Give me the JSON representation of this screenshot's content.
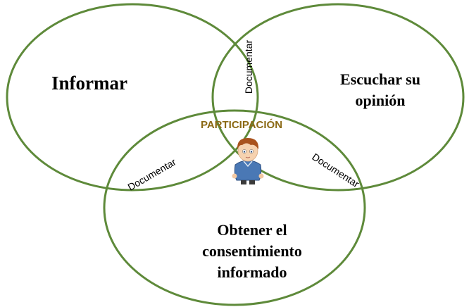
{
  "regions": {
    "informar": "Informar",
    "escuchar": [
      "Escuchar su",
      "opinión"
    ],
    "obtener": [
      "Obtener el",
      "consentimiento",
      "informado"
    ]
  },
  "overlaps": {
    "top": "Documentar",
    "left": "Documentar",
    "right": "Documentar"
  },
  "center": {
    "label": "PARTICIPACIÓN"
  },
  "colors": {
    "ring": "#5e8a3a",
    "center_label": "#8b6914"
  },
  "icons": [
    "child-avatar-icon"
  ]
}
